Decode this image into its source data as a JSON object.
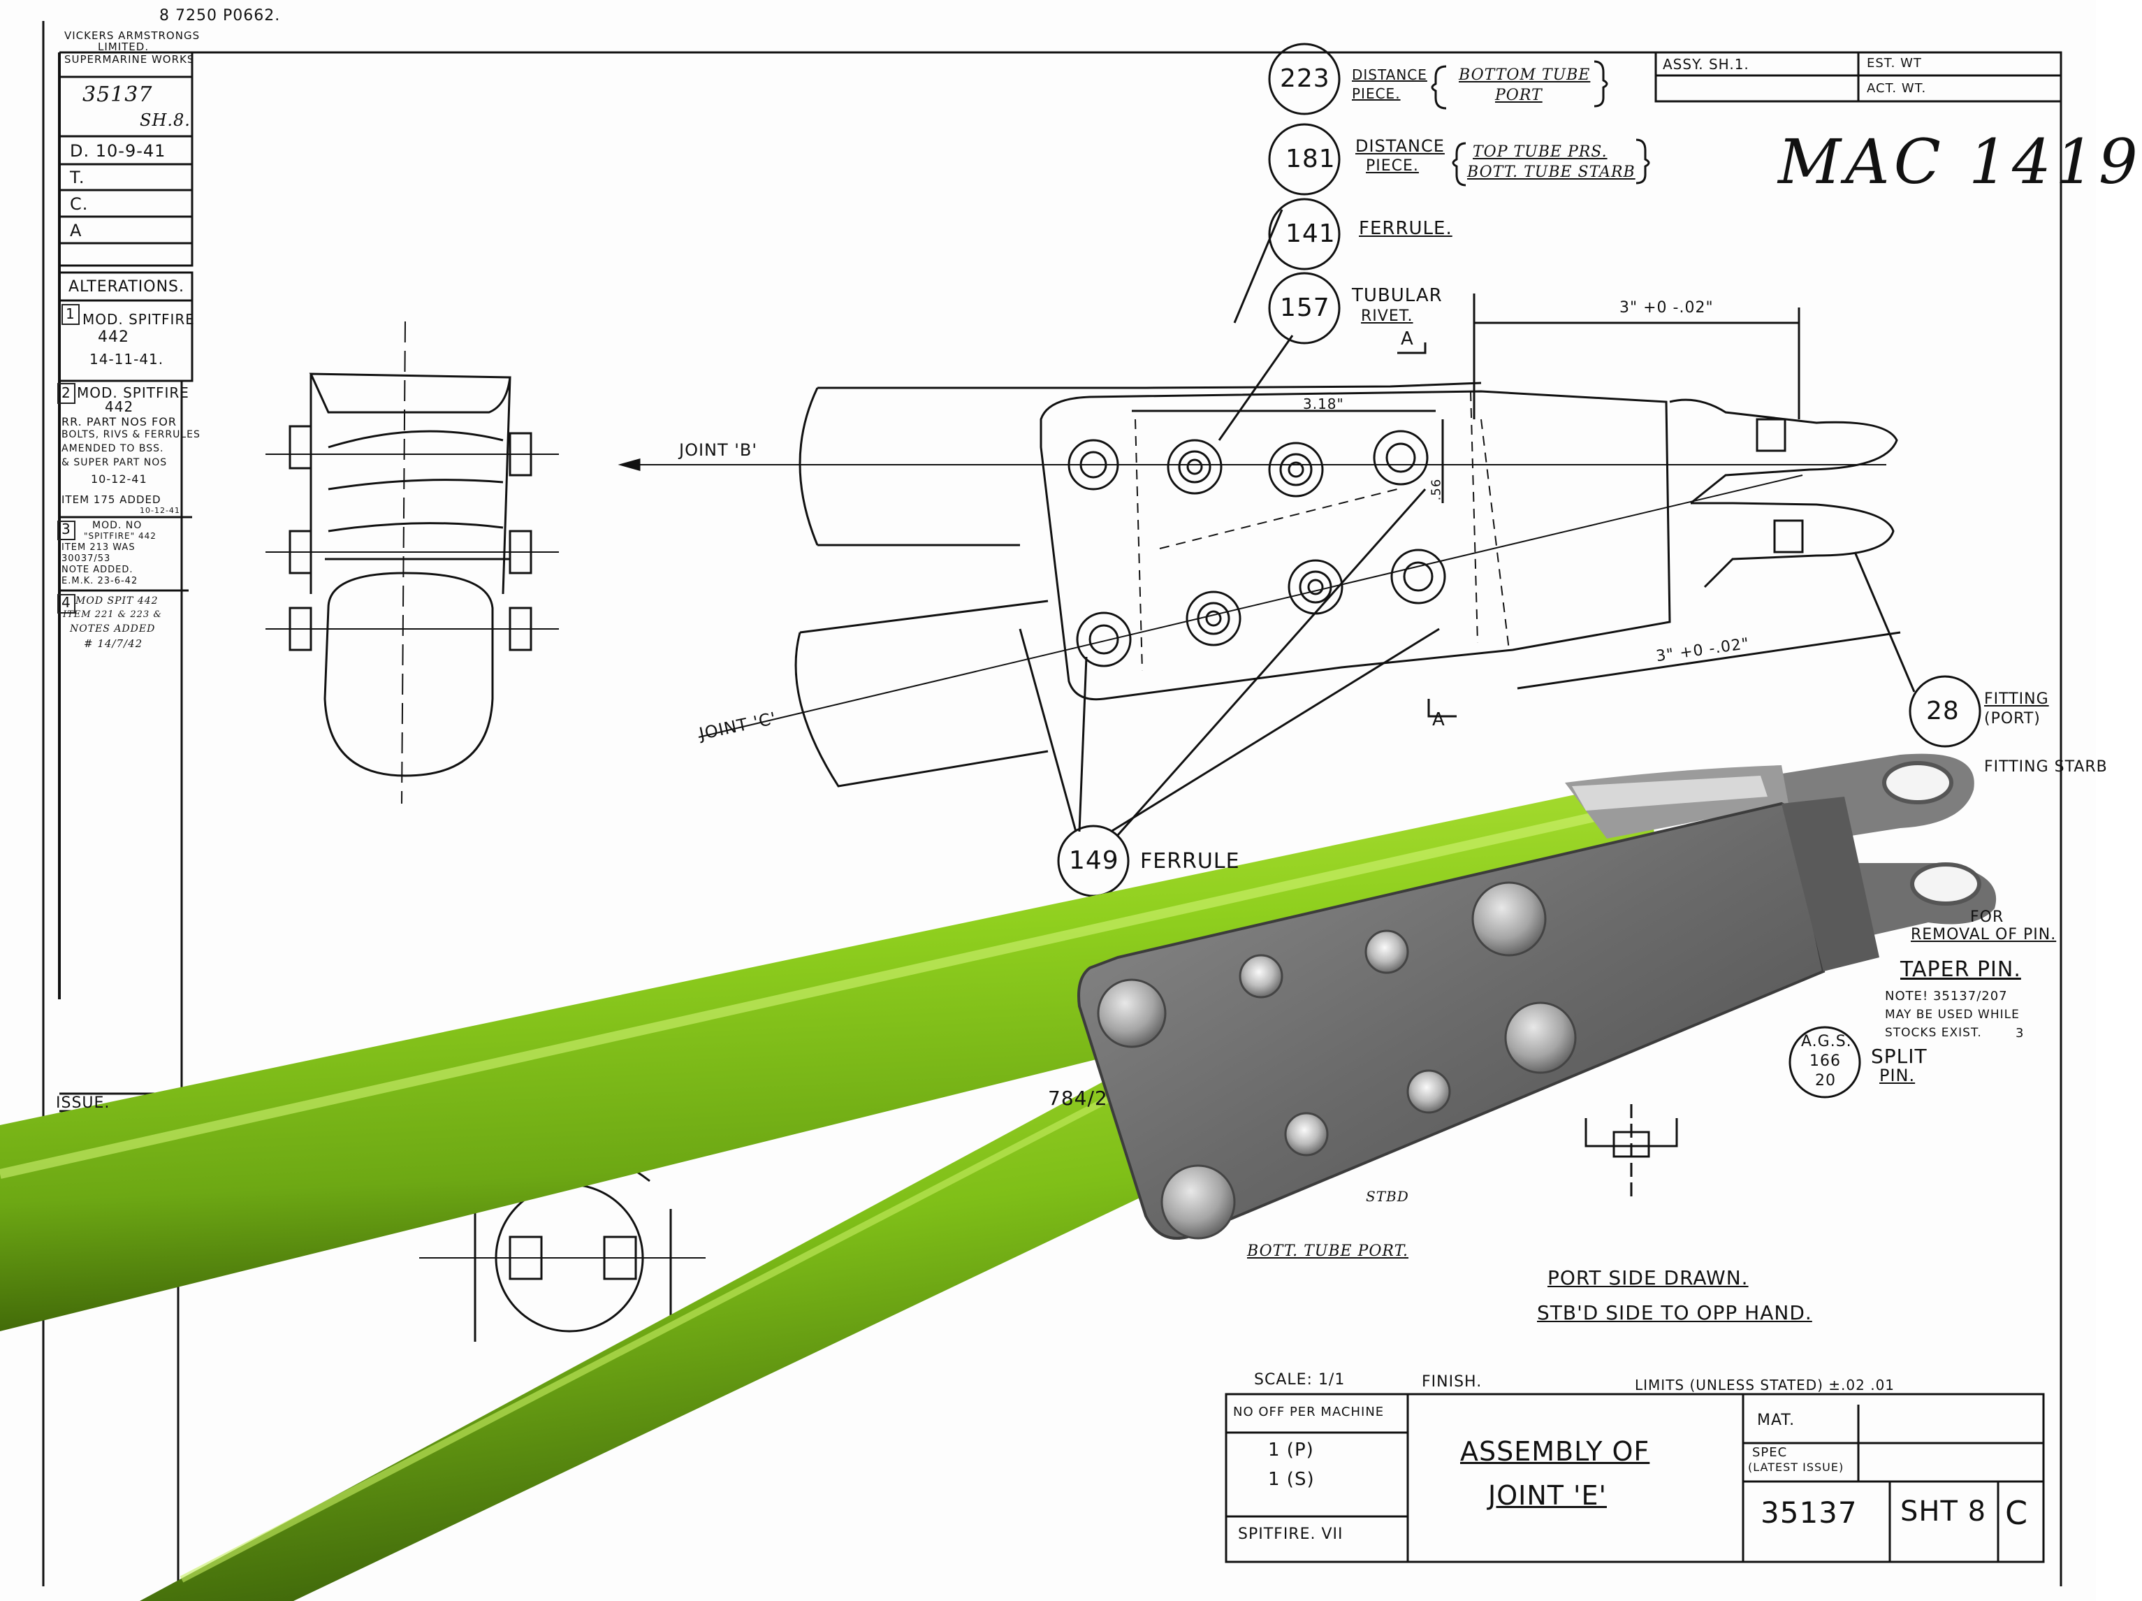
{
  "header": {
    "top_note": "8 7250 P0662.",
    "company": [
      "VICKERS ARMSTRONGS",
      "LIMITED.",
      "SUPERMARINE WORKS"
    ],
    "drawing_number_cell": "35137",
    "sheet_cell": "SH.8.",
    "date_row": "D. 10-9-41",
    "t_row": "T.",
    "c_row": "C.",
    "a_row": "A"
  },
  "alterations": {
    "title": "ALTERATIONS.",
    "items": [
      {
        "num": "1",
        "text": [
          "MOD. SPITFIRE",
          "442",
          "14-11-41."
        ]
      },
      {
        "num": "2",
        "text": [
          "MOD. SPITFIRE",
          "442",
          "RR. PART NOS FOR",
          "BOLTS, RIVS & FERRULES",
          "AMENDED TO BSS.",
          "& SUPER PART NOS",
          "10-12-41",
          "ITEM 175 ADDED",
          "10-12-41"
        ]
      },
      {
        "num": "3",
        "text": [
          "MOD. NO",
          "\"SPITFIRE\" 442",
          "ITEM 213 WAS",
          "30037/53",
          "NOTE ADDED.",
          "E.M.K. 23-6-42"
        ]
      },
      {
        "num": "4",
        "text": [
          "MOD SPIT 442",
          "ITEM 221 & 223 &",
          "NOTES ADDED",
          "# 14/7/42"
        ]
      }
    ],
    "issue_label": "ISSUE."
  },
  "top_right_box": {
    "assy": "ASSY. SH.1.",
    "est_wt": "EST. WT",
    "act_wt": "ACT. WT."
  },
  "handwritten_ref": "MAC 1419",
  "callouts": [
    {
      "num": "223",
      "label": [
        "DISTANCE",
        "PIECE."
      ],
      "note": [
        "BOTTOM TUBE",
        "PORT"
      ]
    },
    {
      "num": "181",
      "label": [
        "DISTANCE",
        "PIECE."
      ],
      "note": [
        "TOP TUBE PRS.",
        "BOTT. TUBE STARB"
      ]
    },
    {
      "num": "141",
      "label": [
        "FERRULE."
      ],
      "note": []
    },
    {
      "num": "157",
      "label": [
        "TUBULAR",
        "RIVET."
      ],
      "note": []
    },
    {
      "num": "28",
      "label": [
        "FITTING",
        "(PORT)"
      ],
      "note": []
    },
    {
      "num": "149",
      "label": [
        "FERRULE"
      ],
      "note": []
    }
  ],
  "right_notes": {
    "fitting_starb": "FITTING STARB",
    "removal": [
      "FOR",
      "REMOVAL OF PIN."
    ],
    "taper_pin": "TAPER PIN.",
    "note_lines": [
      "NOTE! 35137/207",
      "MAY BE USED WHILE",
      "STOCKS EXIST."
    ],
    "note_rev": "3",
    "ags": [
      "A.G.S.",
      "166",
      "20"
    ],
    "split_pin": [
      "SPLIT",
      "PIN."
    ],
    "part_784": "784/2",
    "stbd_label": "STBD",
    "bott_tube_port": "BOTT. TUBE PORT."
  },
  "drawing_labels": {
    "joint_b": "JOINT 'B'",
    "joint_c": "JOINT 'C'",
    "dim_3_top": "3\" +0 -.02\"",
    "dim_3_bottom": "3\" +0 -.02\"",
    "dim_318": "3.18\"",
    "dim_56": ".56",
    "section_a": "A",
    "section_a2": "A"
  },
  "port_side": [
    "PORT SIDE DRAWN.",
    "STB'D SIDE TO OPP HAND."
  ],
  "title_block": {
    "scale": "SCALE: 1/1",
    "finish": "FINISH.",
    "limits": "LIMITS (UNLESS STATED) ±.02 .01",
    "no_off_header": "NO OFF PER MACHINE",
    "no_off_values": [
      "1 (P)",
      "1 (S)"
    ],
    "aircraft": "SPITFIRE. VII",
    "title_lines": [
      "ASSEMBLY OF",
      "JOINT 'E'"
    ],
    "mat": "MAT.",
    "spec": [
      "SPEC",
      "(LATEST ISSUE)"
    ],
    "drawing_no": "35137",
    "sheet": "SHT 8",
    "rev": "C"
  },
  "colors": {
    "tube_green": "#8fcf1e",
    "tube_dark": "#4f7d0c",
    "plate_grey": "#6b6b6b",
    "ink": "#111111"
  }
}
